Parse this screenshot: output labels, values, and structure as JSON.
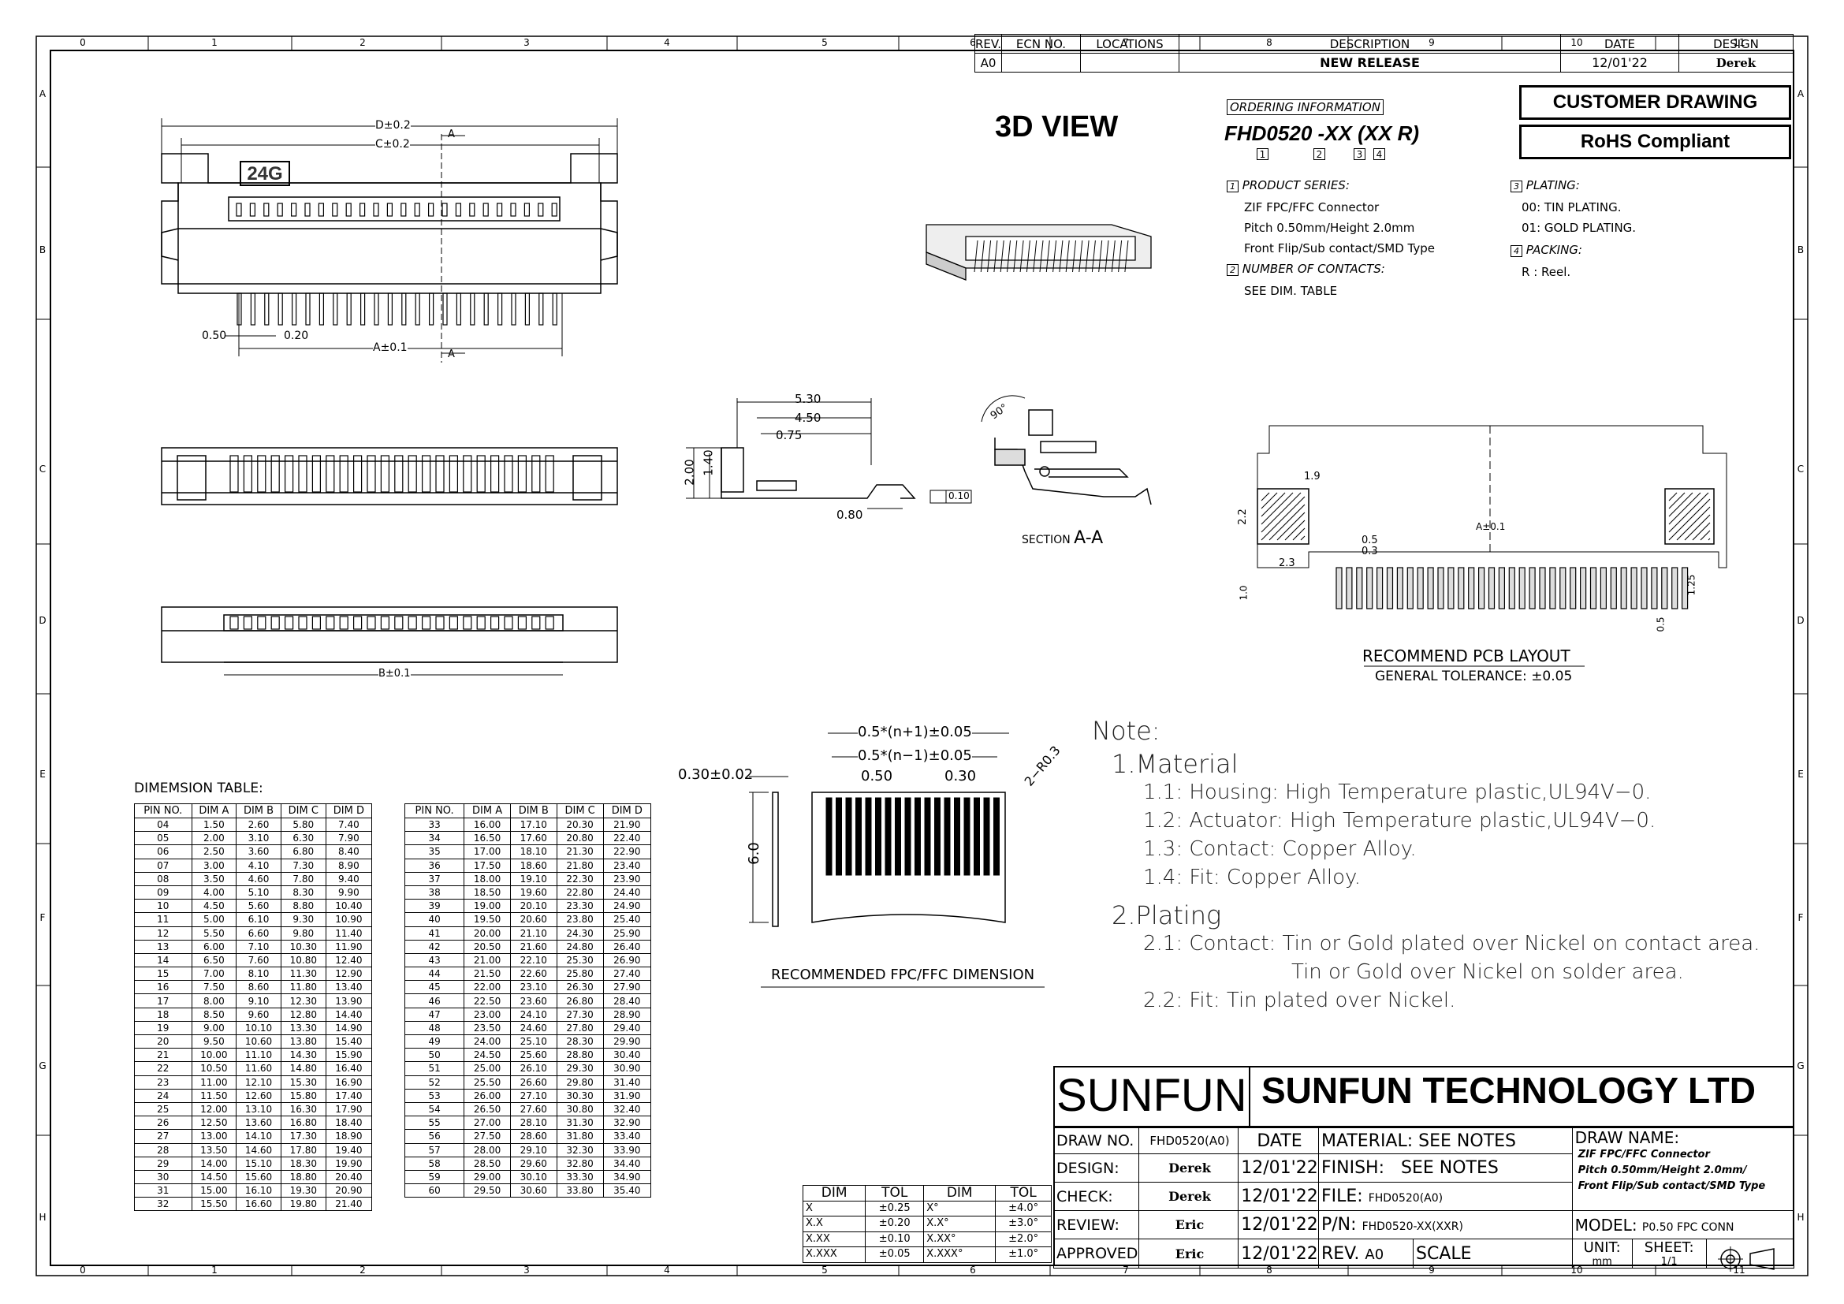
{
  "zones": {
    "cols": [
      "0",
      "1",
      "2",
      "3",
      "4",
      "5",
      "6",
      "7",
      "8",
      "9",
      "10",
      "11"
    ],
    "rows": [
      "A",
      "B",
      "C",
      "D",
      "E",
      "F",
      "G",
      "H"
    ]
  },
  "revision": {
    "headers": [
      "REV.",
      "ECN NO.",
      "LOCATIONS",
      "DESCRIPTION",
      "DATE",
      "DESIGN"
    ],
    "row": [
      "A0",
      "",
      "",
      "NEW RELEASE",
      "12/01'22",
      "Derek"
    ]
  },
  "labels": {
    "view3d": "3D VIEW",
    "customer_drawing": "CUSTOMER DRAWING",
    "rohs": "RoHS Compliant",
    "section": "SECTION",
    "section_id": "A-A",
    "pcb_title": "RECOMMEND PCB LAYOUT",
    "pcb_tol": "GENERAL TOLERANCE: ±0.05",
    "fpc_title": "RECOMMENDED FPC/FFC DIMENSION",
    "dim_table_title": "DIMEMSION TABLE:",
    "part_label": "24G"
  },
  "ordering": {
    "title": "ORDERING INFORMATION",
    "code": "FHD0520 -XX (XX R)",
    "markers": [
      "1",
      "2",
      "3",
      "4"
    ],
    "sections": [
      {
        "num": "1",
        "head": "PRODUCT SERIES:",
        "lines": [
          "ZIF FPC/FFC Connector",
          "Pitch 0.50mm/Height 2.0mm",
          "Front Flip/Sub contact/SMD Type"
        ]
      },
      {
        "num": "2",
        "head": "NUMBER OF CONTACTS:",
        "lines": [
          "SEE DIM. TABLE"
        ]
      },
      {
        "num": "3",
        "head": "PLATING:",
        "lines": [
          "00:  TIN PLATING.",
          "01:  GOLD PLATING."
        ]
      },
      {
        "num": "4",
        "head": "PACKING:",
        "lines": [
          "R :  Reel."
        ]
      }
    ]
  },
  "dims": {
    "d": "D±0.2",
    "c": "C±0.2",
    "a": "A±0.1",
    "b": "B±0.1",
    "a_mark": "A",
    "p050": "0.50",
    "p020": "0.20",
    "s530": "5.30",
    "s450": "4.50",
    "s075": "0.75",
    "s200": "2.00",
    "s140": "1.40",
    "s080": "0.80",
    "s010": "0.10",
    "angle": "90°",
    "pcb_19": "1.9",
    "pcb_22": "2.2",
    "pcb_23": "2.3",
    "pcb_05": "0.5",
    "pcb_03": "0.3",
    "pcb_a": "A±0.1",
    "pcb_10": "1.0",
    "pcb_125": "1.25",
    "pcb_05b": "0.5",
    "f1": "0.5*(n+1)±0.05",
    "f2": "0.5*(n−1)±0.05",
    "f3": "0.50",
    "f4": "0.30",
    "f5": "0.30±0.02",
    "f6": "2−R0.3",
    "f7": "6.0"
  },
  "notes": {
    "title": "Note:",
    "items": [
      {
        "text": "1.Material",
        "level": 1
      },
      {
        "text": "1.1: Housing: High Temperature plastic,UL94V−0.",
        "level": 2
      },
      {
        "text": "1.2: Actuator: High Temperature plastic,UL94V−0.",
        "level": 2
      },
      {
        "text": "1.3: Contact: Copper Alloy.",
        "level": 2
      },
      {
        "text": "1.4: Fit: Copper Alloy.",
        "level": 2
      },
      {
        "text": "2.Plating",
        "level": 1
      },
      {
        "text": "2.1: Contact: Tin or Gold plated over Nickel on contact area.",
        "level": 2
      },
      {
        "text": "Tin or Gold over Nickel on solder area.",
        "level": 3
      },
      {
        "text": "2.2: Fit: Tin plated over Nickel.",
        "level": 2
      }
    ]
  },
  "dim_table": {
    "headers": [
      "PIN NO.",
      "DIM  A",
      "DIM  B",
      "DIM  C",
      "DIM  D"
    ],
    "left": [
      [
        "04",
        "1.50",
        "2.60",
        "5.80",
        "7.40"
      ],
      [
        "05",
        "2.00",
        "3.10",
        "6.30",
        "7.90"
      ],
      [
        "06",
        "2.50",
        "3.60",
        "6.80",
        "8.40"
      ],
      [
        "07",
        "3.00",
        "4.10",
        "7.30",
        "8.90"
      ],
      [
        "08",
        "3.50",
        "4.60",
        "7.80",
        "9.40"
      ],
      [
        "09",
        "4.00",
        "5.10",
        "8.30",
        "9.90"
      ],
      [
        "10",
        "4.50",
        "5.60",
        "8.80",
        "10.40"
      ],
      [
        "11",
        "5.00",
        "6.10",
        "9.30",
        "10.90"
      ],
      [
        "12",
        "5.50",
        "6.60",
        "9.80",
        "11.40"
      ],
      [
        "13",
        "6.00",
        "7.10",
        "10.30",
        "11.90"
      ],
      [
        "14",
        "6.50",
        "7.60",
        "10.80",
        "12.40"
      ],
      [
        "15",
        "7.00",
        "8.10",
        "11.30",
        "12.90"
      ],
      [
        "16",
        "7.50",
        "8.60",
        "11.80",
        "13.40"
      ],
      [
        "17",
        "8.00",
        "9.10",
        "12.30",
        "13.90"
      ],
      [
        "18",
        "8.50",
        "9.60",
        "12.80",
        "14.40"
      ],
      [
        "19",
        "9.00",
        "10.10",
        "13.30",
        "14.90"
      ],
      [
        "20",
        "9.50",
        "10.60",
        "13.80",
        "15.40"
      ],
      [
        "21",
        "10.00",
        "11.10",
        "14.30",
        "15.90"
      ],
      [
        "22",
        "10.50",
        "11.60",
        "14.80",
        "16.40"
      ],
      [
        "23",
        "11.00",
        "12.10",
        "15.30",
        "16.90"
      ],
      [
        "24",
        "11.50",
        "12.60",
        "15.80",
        "17.40"
      ],
      [
        "25",
        "12.00",
        "13.10",
        "16.30",
        "17.90"
      ],
      [
        "26",
        "12.50",
        "13.60",
        "16.80",
        "18.40"
      ],
      [
        "27",
        "13.00",
        "14.10",
        "17.30",
        "18.90"
      ],
      [
        "28",
        "13.50",
        "14.60",
        "17.80",
        "19.40"
      ],
      [
        "29",
        "14.00",
        "15.10",
        "18.30",
        "19.90"
      ],
      [
        "30",
        "14.50",
        "15.60",
        "18.80",
        "20.40"
      ],
      [
        "31",
        "15.00",
        "16.10",
        "19.30",
        "20.90"
      ],
      [
        "32",
        "15.50",
        "16.60",
        "19.80",
        "21.40"
      ]
    ],
    "right": [
      [
        "33",
        "16.00",
        "17.10",
        "20.30",
        "21.90"
      ],
      [
        "34",
        "16.50",
        "17.60",
        "20.80",
        "22.40"
      ],
      [
        "35",
        "17.00",
        "18.10",
        "21.30",
        "22.90"
      ],
      [
        "36",
        "17.50",
        "18.60",
        "21.80",
        "23.40"
      ],
      [
        "37",
        "18.00",
        "19.10",
        "22.30",
        "23.90"
      ],
      [
        "38",
        "18.50",
        "19.60",
        "22.80",
        "24.40"
      ],
      [
        "39",
        "19.00",
        "20.10",
        "23.30",
        "24.90"
      ],
      [
        "40",
        "19.50",
        "20.60",
        "23.80",
        "25.40"
      ],
      [
        "41",
        "20.00",
        "21.10",
        "24.30",
        "25.90"
      ],
      [
        "42",
        "20.50",
        "21.60",
        "24.80",
        "26.40"
      ],
      [
        "43",
        "21.00",
        "22.10",
        "25.30",
        "26.90"
      ],
      [
        "44",
        "21.50",
        "22.60",
        "25.80",
        "27.40"
      ],
      [
        "45",
        "22.00",
        "23.10",
        "26.30",
        "27.90"
      ],
      [
        "46",
        "22.50",
        "23.60",
        "26.80",
        "28.40"
      ],
      [
        "47",
        "23.00",
        "24.10",
        "27.30",
        "28.90"
      ],
      [
        "48",
        "23.50",
        "24.60",
        "27.80",
        "29.40"
      ],
      [
        "49",
        "24.00",
        "25.10",
        "28.30",
        "29.90"
      ],
      [
        "50",
        "24.50",
        "25.60",
        "28.80",
        "30.40"
      ],
      [
        "51",
        "25.00",
        "26.10",
        "29.30",
        "30.90"
      ],
      [
        "52",
        "25.50",
        "26.60",
        "29.80",
        "31.40"
      ],
      [
        "53",
        "26.00",
        "27.10",
        "30.30",
        "31.90"
      ],
      [
        "54",
        "26.50",
        "27.60",
        "30.80",
        "32.40"
      ],
      [
        "55",
        "27.00",
        "28.10",
        "31.30",
        "32.90"
      ],
      [
        "56",
        "27.50",
        "28.60",
        "31.80",
        "33.40"
      ],
      [
        "57",
        "28.00",
        "29.10",
        "32.30",
        "33.90"
      ],
      [
        "58",
        "28.50",
        "29.60",
        "32.80",
        "34.40"
      ],
      [
        "59",
        "29.00",
        "30.10",
        "33.30",
        "34.90"
      ],
      [
        "60",
        "29.50",
        "30.60",
        "33.80",
        "35.40"
      ]
    ]
  },
  "tolerance": {
    "headers": [
      "DIM",
      "TOL",
      "DIM",
      "TOL"
    ],
    "rows": [
      [
        "X",
        "±0.25",
        "X°",
        "±4.0°"
      ],
      [
        "X.X",
        "±0.20",
        "X.X°",
        "±3.0°"
      ],
      [
        "X.XX",
        "±0.10",
        "X.XX°",
        "±2.0°"
      ],
      [
        "X.XXX",
        "±0.05",
        "X.XXX°",
        "±1.0°"
      ]
    ]
  },
  "titleblock": {
    "logo": "SUNFUN",
    "company": "SUNFUN TECHNOLOGY LTD",
    "draw_no_label": "DRAW NO.",
    "draw_no": "FHD0520(A0)",
    "date_label": "DATE",
    "material_label": "MATERIAL:",
    "material": "SEE NOTES",
    "design_label": "DESIGN:",
    "design": "Derek",
    "design_date": "12/01'22",
    "finish_label": "FINISH:",
    "finish": "SEE NOTES",
    "check_label": "CHECK:",
    "check": "Derek",
    "check_date": "12/01'22",
    "file_label": "FILE:",
    "file": "FHD0520(A0)",
    "review_label": "REVIEW:",
    "review": "Eric",
    "review_date": "12/01'22",
    "pn_label": "P/N:",
    "pn": "FHD0520-XX(XXR)",
    "approved_label": "APPROVED",
    "approved": "Eric",
    "approved_date": "12/01'22",
    "rev_label": "REV.",
    "rev": "A0",
    "scale_label": "SCALE",
    "draw_name_label": "DRAW NAME:",
    "draw_name": [
      "ZIF FPC/FFC Connector",
      "Pitch 0.50mm/Height 2.0mm/",
      "Front Flip/Sub contact/SMD Type"
    ],
    "model_label": "MODEL:",
    "model": "P0.50 FPC CONN",
    "unit_label": "UNIT:",
    "unit": "mm",
    "sheet_label": "SHEET:",
    "sheet": "1/1"
  }
}
